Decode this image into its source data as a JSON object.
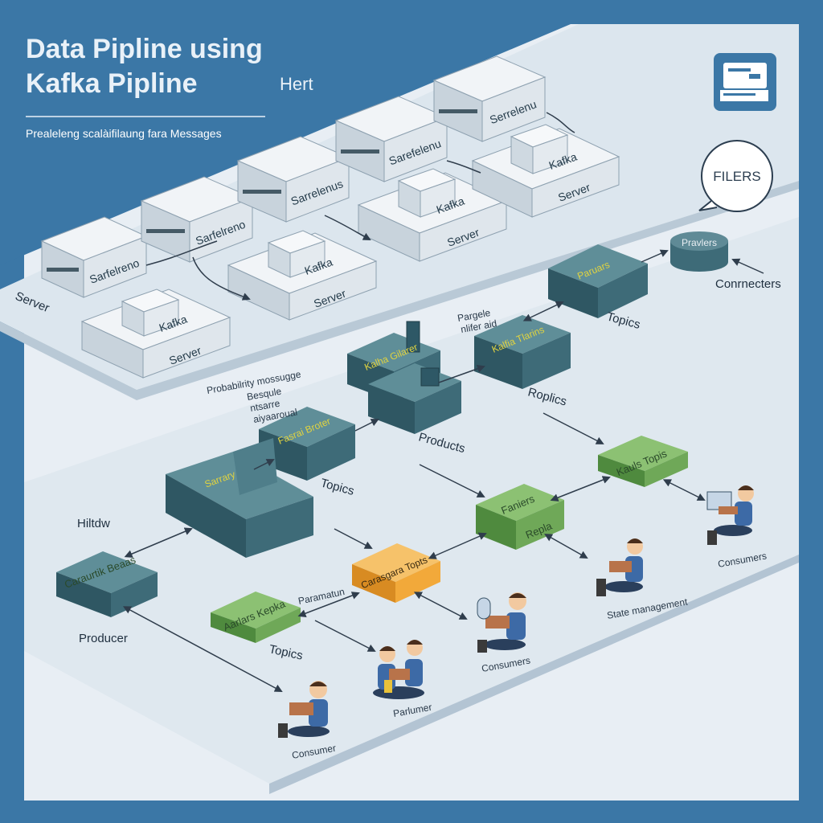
{
  "header": {
    "title_line1": "Data Pipline using",
    "title_line2": "Kafka Pipline",
    "tag": "Hert",
    "subtitle": "Prealeleng scalàifilaung fara Messages"
  },
  "icons": {
    "top_right": "monitor-card-icon",
    "callout_text": "FILERS"
  },
  "server_rack": {
    "servers": [
      {
        "label": "Sarfelreno"
      },
      {
        "label": "Sarfelreno"
      },
      {
        "label": "Sarrelenus"
      },
      {
        "label": "Sarefelenu"
      },
      {
        "label": "Serrelenu"
      }
    ],
    "kafka_servers": [
      {
        "kafka": "Kafka",
        "server": "Server"
      },
      {
        "kafka": "Kafka",
        "server": "Server"
      },
      {
        "kafka": "Kafka",
        "server": "Server"
      },
      {
        "kafka": "Kafka",
        "server": "Server"
      }
    ],
    "side_label": "Server"
  },
  "right_side": {
    "db_label": "Pravlers",
    "connectors": "Conrnecters"
  },
  "pipeline": {
    "prob_msg": "Probabilrity mossugge",
    "note_left": [
      "Besqule",
      "ntsarre",
      "aiyaaroual"
    ],
    "note_top": [
      "Pargele",
      "nlifer aid"
    ],
    "blocks": [
      {
        "face": "Fasrai Broter",
        "label": "Topics"
      },
      {
        "face": "Kalha Gilarer",
        "label": "Products"
      },
      {
        "face": "Paruars",
        "label": "Topics"
      },
      {
        "face": "Kalfia Tlarins",
        "label": "Roplics"
      },
      {
        "face": "Sarrary",
        "label": "Hiltdw"
      },
      {
        "face": "Caraurtik Beaas",
        "label": "Producer"
      },
      {
        "face": "Faniers",
        "label": "Repla"
      },
      {
        "face": "Kauls Topis",
        "label": ""
      },
      {
        "face": "Carasgara Topts",
        "label": "Paramatun"
      },
      {
        "face": "Aarlars Kepka",
        "label": "Topics"
      }
    ],
    "people": [
      {
        "label": "Consumers"
      },
      {
        "label": "State management"
      },
      {
        "label": "Consumers"
      },
      {
        "label": "Parlumer"
      },
      {
        "label": "Consumer"
      }
    ]
  },
  "colors": {
    "frame": "#3b77a6",
    "paper": "#eaf0f5",
    "teal": "#3e6b78",
    "green": "#6fa858",
    "orange": "#f2a93a"
  }
}
